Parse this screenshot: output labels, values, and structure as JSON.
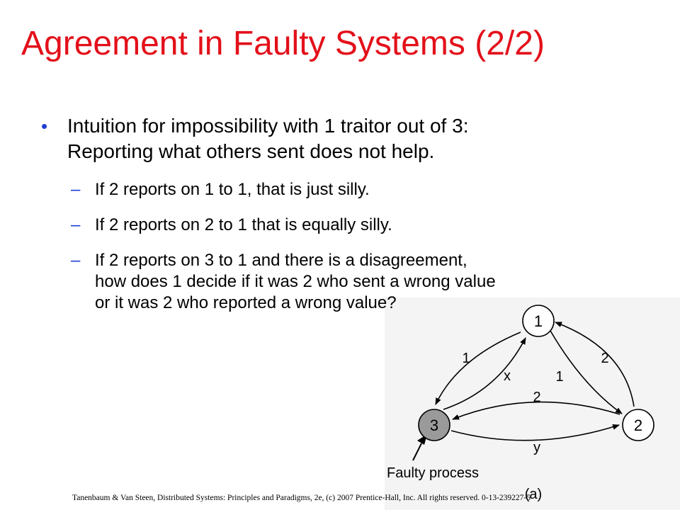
{
  "slide": {
    "title": "Agreement in Faulty Systems (2/2)",
    "bullet": {
      "marker": "•",
      "lines": [
        "Intuition for impossibility with 1 traitor out of 3:",
        "Reporting what others sent does not help."
      ]
    },
    "subbullets": [
      {
        "marker": "–",
        "lines": [
          "If 2 reports on 1 to 1, that is just silly."
        ]
      },
      {
        "marker": "–",
        "lines": [
          "If 2 reports on 2 to 1 that is equally silly."
        ]
      },
      {
        "marker": "–",
        "lines": [
          "If 2 reports on 3 to 1 and there is a disagreement,",
          "how does 1 decide if it was 2 who sent a wrong value",
          "or it was 2 who reported a wrong value?"
        ]
      }
    ],
    "footer": "Tanenbaum & Van Steen, Distributed Systems: Principles and Paradigms, 2e, (c) 2007 Prentice-Hall, Inc. All rights reserved. 0-13-239227-5"
  },
  "diagram": {
    "nodes": {
      "n1": "1",
      "n2": "2",
      "n3": "3"
    },
    "edge_labels": {
      "e1_to_3": "1",
      "e3_to_1": "x",
      "e1_to_2": "1",
      "e2_to_1": "2",
      "e2_to_3": "2",
      "e3_to_2": "y"
    },
    "faulty_label": "Faulty process",
    "caption": "(a)",
    "colors": {
      "faulty_node": "#9a9a9a",
      "normal_node": "#ffffff"
    }
  },
  "colors": {
    "title": "#e3101a",
    "bullet": "#1f3fd0",
    "text": "#000000"
  }
}
